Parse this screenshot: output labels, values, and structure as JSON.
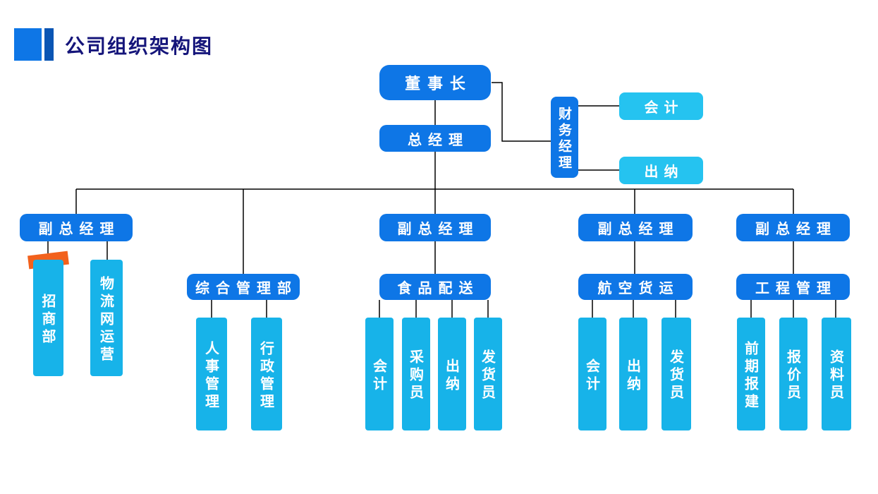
{
  "header": {
    "title": "公司组织架构图"
  },
  "nodes": {
    "chairman": "董事长",
    "general_manager": "总经理",
    "finance_manager": "财务经理",
    "finance_accountant": "会计",
    "finance_cashier": "出纳",
    "vp1": "副总经理",
    "vp2": "副总经理",
    "vp3": "副总经理",
    "vp4": "副总经理",
    "investment_dept": "招商部",
    "logistics_network": "物流网运营",
    "general_admin_dept": "综合管理部",
    "hr_management": "人事管理",
    "admin_management": "行政管理",
    "food_delivery": "食品配送",
    "food_accountant": "会计",
    "food_buyer": "采购员",
    "food_cashier": "出纳",
    "food_shipper": "发货员",
    "air_freight": "航空货运",
    "air_accountant": "会计",
    "air_cashier": "出纳",
    "air_shipper": "发货员",
    "engineering": "工程管理",
    "pre_construction": "前期报建",
    "quoter": "报价员",
    "documenter": "资料员"
  },
  "colors": {
    "primary_blue": "#0e76e6",
    "logo_dark": "#0a55b4",
    "cyan": "#17b3e9",
    "cyan_light": "#25c3f0",
    "accent_orange": "#f2611c",
    "title_navy": "#15157a",
    "line_black": "#000000"
  }
}
